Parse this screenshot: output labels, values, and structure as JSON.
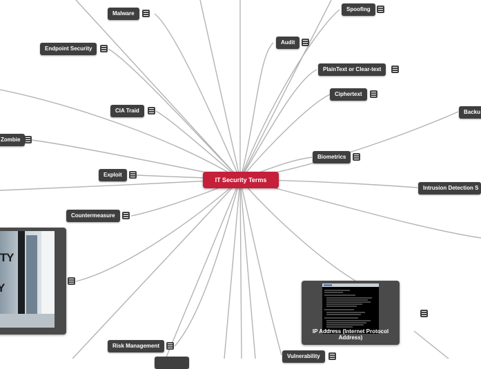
{
  "center": {
    "label": "IT Security Terms"
  },
  "topics": [
    {
      "id": "malware",
      "label": "Malware"
    },
    {
      "id": "spoofing",
      "label": "Spoofing"
    },
    {
      "id": "endpoint-security",
      "label": "Endpoint Security"
    },
    {
      "id": "audit",
      "label": "Audit"
    },
    {
      "id": "plaintext",
      "label": "PlainText or Clear-text"
    },
    {
      "id": "ciphertext",
      "label": "Ciphertext"
    },
    {
      "id": "cia-triad",
      "label": "CIA Traid"
    },
    {
      "id": "backup",
      "label": "Backu"
    },
    {
      "id": "zombie",
      "label": "Zombie"
    },
    {
      "id": "biometrics",
      "label": "Biometrics"
    },
    {
      "id": "exploit",
      "label": "Exploit"
    },
    {
      "id": "intrusion-detection",
      "label": "Intrusion Detection S"
    },
    {
      "id": "countermeasure",
      "label": "Countermeasure"
    },
    {
      "id": "risk-management",
      "label": "Risk Management"
    },
    {
      "id": "vulnerability",
      "label": "Vulnerability"
    }
  ],
  "image_cards": {
    "security_photo_text": "ITY",
    "ip_address": "IP Address (Internet Protocol Address)"
  },
  "colors": {
    "center": "#c61f3a",
    "node": "#3f3f3f",
    "line": "#b3b3b3"
  }
}
